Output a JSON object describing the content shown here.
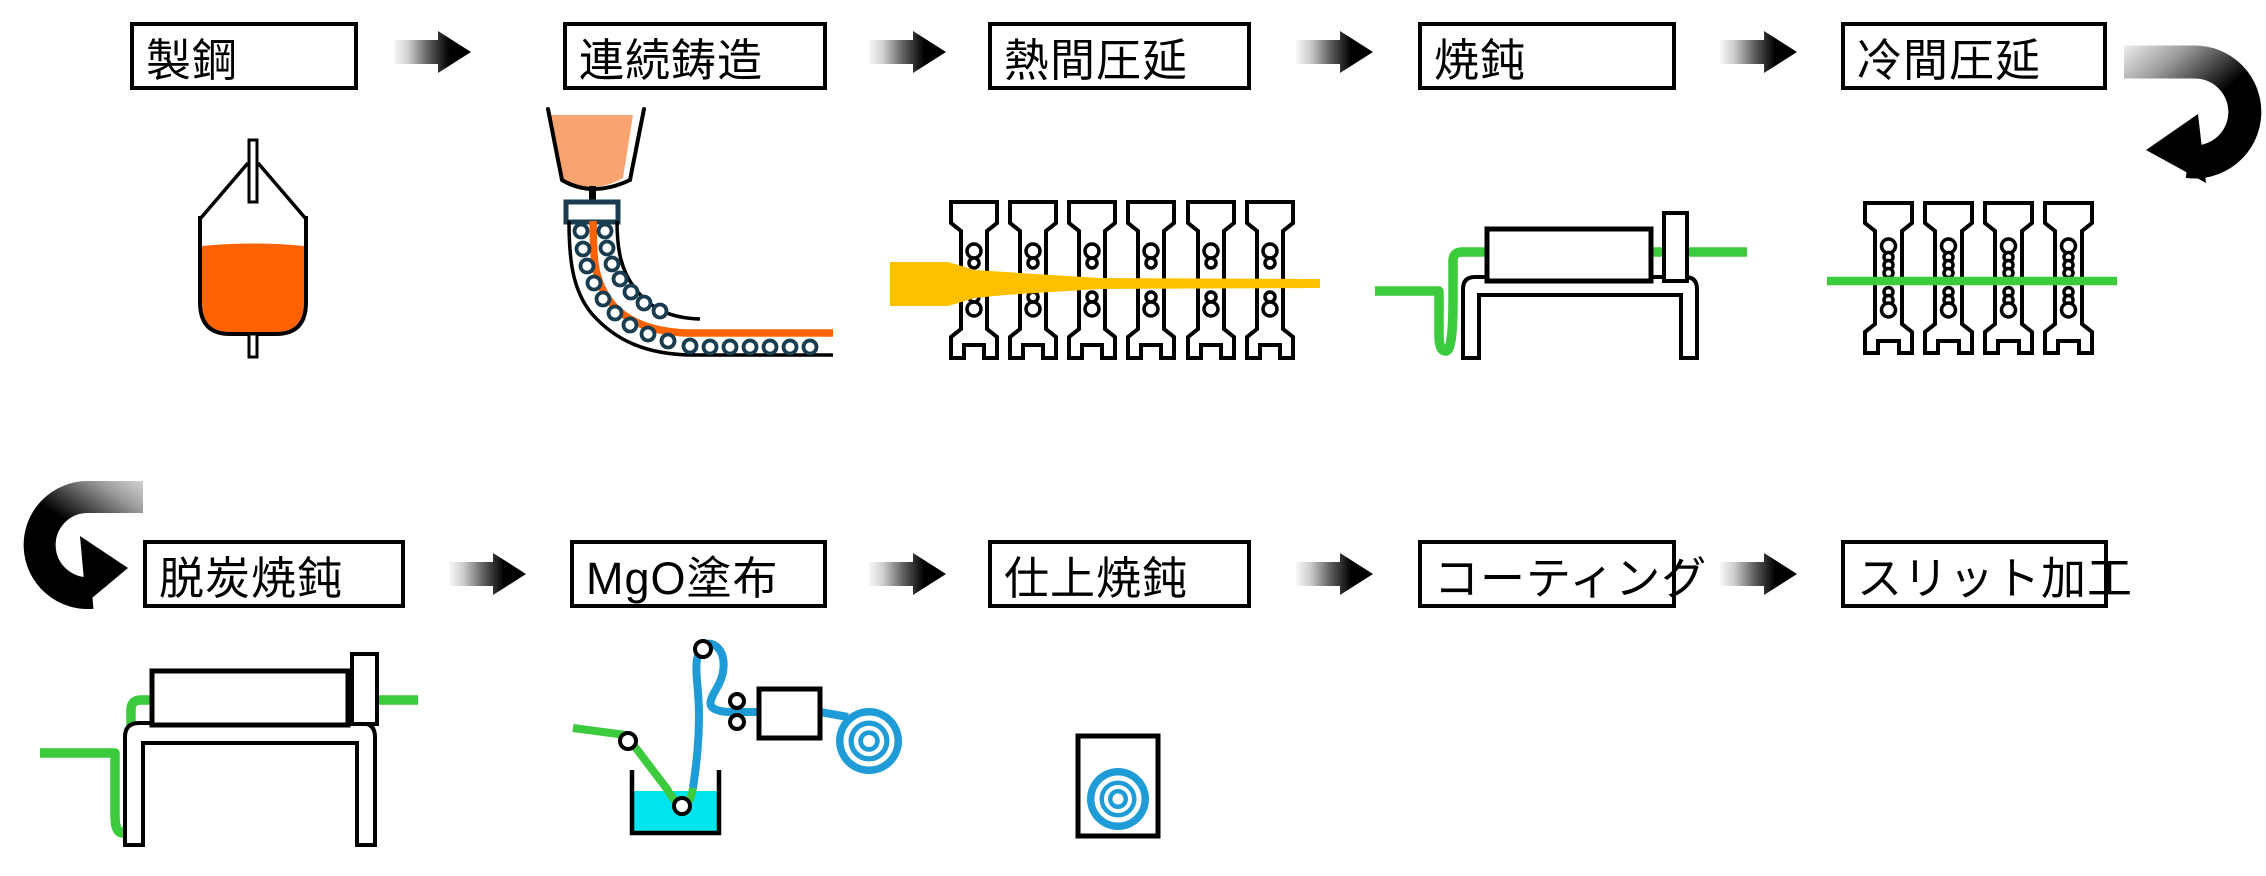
{
  "diagram": {
    "type": "manufacturing-process-flow",
    "rows": [
      {
        "name": "upper-row",
        "steps": [
          {
            "label": "製鋼",
            "icon": "steel-ladle"
          },
          {
            "label": "連続鋳造",
            "icon": "continuous-caster"
          },
          {
            "label": "熱間圧延",
            "icon": "hot-rolling-mill"
          },
          {
            "label": "焼鈍",
            "icon": "annealing-furnace"
          },
          {
            "label": "冷間圧延",
            "icon": "cold-rolling-mill"
          }
        ],
        "end_connector": "loop-arrow-to-next-row"
      },
      {
        "name": "lower-row",
        "steps": [
          {
            "label": "脱炭焼鈍",
            "icon": "annealing-furnace"
          },
          {
            "label": "MgO塗布",
            "icon": "coating-dip-line"
          },
          {
            "label": "仕上焼鈍",
            "icon": "coil-in-box-furnace"
          },
          {
            "label": "コーティング",
            "icon": "none"
          },
          {
            "label": "スリット加工",
            "icon": "none"
          }
        ],
        "start_connector": "loop-arrow-from-previous-row"
      }
    ],
    "connector": "gradient-right-arrow",
    "colors": {
      "molten_steel": "#FF6200",
      "tundish_steel": "#F9A470",
      "hot_strip": "#FFC000",
      "steel_strip_green": "#3CCB3C",
      "coated_strip_blue": "#1F9CD8",
      "coating_bath_cyan": "#00E4EE",
      "caster_roller": "#193D4F",
      "outline": "#000000",
      "arrow_light": "#F7F7F7",
      "arrow_dark": "#000000"
    }
  }
}
